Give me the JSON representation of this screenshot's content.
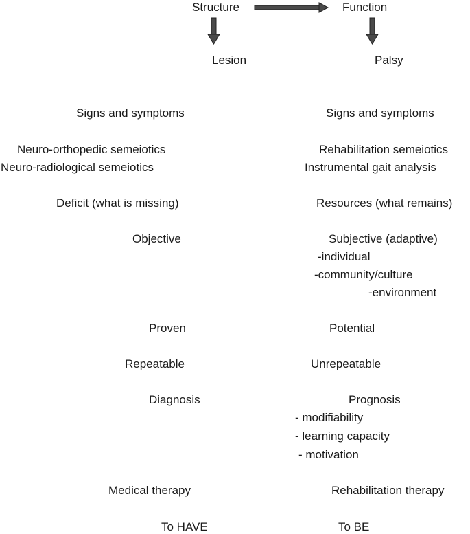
{
  "header": {
    "structure": "Structure",
    "function": "Function",
    "lesion": "Lesion",
    "palsy": "Palsy"
  },
  "left": {
    "signs": "Signs and symptoms",
    "semeiotics_1": "Neuro-orthopedic semeiotics",
    "semeiotics_2": "Neuro-radiological semeiotics",
    "deficit": "Deficit (what is missing)",
    "objective": "Objective",
    "proven": "Proven",
    "repeatable": "Repeatable",
    "diagnosis": "Diagnosis",
    "therapy": "Medical therapy",
    "outcome": "To HAVE"
  },
  "right": {
    "signs": "Signs and symptoms",
    "semeiotics_1": "Rehabilitation semeiotics",
    "semeiotics_2": "Instrumental gait analysis",
    "resources": "Resources (what remains)",
    "subjective": "Subjective (adaptive)",
    "subjective_items": [
      "-individual",
      "-community/culture",
      "-environment"
    ],
    "potential": "Potential",
    "unrepeatable": "Unrepeatable",
    "prognosis": "Prognosis",
    "prognosis_items": [
      "- modifiability",
      "- learning capacity",
      "- motivation"
    ],
    "therapy": "Rehabilitation therapy",
    "outcome": "To BE"
  },
  "colors": {
    "text": "#1a1a1a",
    "arrow_fill": "#4a4a4a",
    "arrow_stroke": "#222222"
  }
}
